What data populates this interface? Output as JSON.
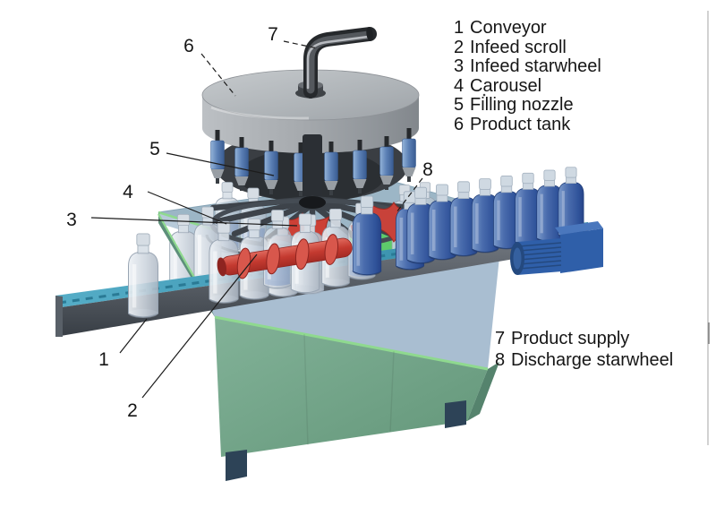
{
  "figure": {
    "subject": "Rotary bottle filling machine cutaway diagram",
    "legend_top": {
      "items": [
        {
          "num": "1",
          "label": "Conveyor"
        },
        {
          "num": "2",
          "label": "Infeed scroll"
        },
        {
          "num": "3",
          "label": "Infeed starwheel"
        },
        {
          "num": "4",
          "label": "Carousel"
        },
        {
          "num": "5",
          "label": "Filling nozzle"
        },
        {
          "num": "6",
          "label": "Product tank"
        }
      ]
    },
    "legend_bottom": {
      "items": [
        {
          "num": "7",
          "label": "Product supply"
        },
        {
          "num": "8",
          "label": "Discharge starwheel"
        }
      ]
    },
    "callouts": {
      "c1": "1",
      "c2": "2",
      "c3": "3",
      "c4": "4",
      "c5": "5",
      "c6": "6",
      "c7": "7",
      "c8": "8"
    }
  },
  "colors": {
    "background": "#ffffff",
    "cabinet_green": "#6fa089",
    "deck_blue_gray": "#9cb6c6",
    "bright_green_trim": "#8fd98f",
    "conveyor_teal": "#3b97b4",
    "conveyor_side_gray": "#4a5058",
    "part_red": "#c7403a",
    "bottle_blue": "#3d63a5",
    "tank_gray": "#a6aaae",
    "motor_blue": "#2f5fa9",
    "callout_line": "#1c1c1c"
  }
}
